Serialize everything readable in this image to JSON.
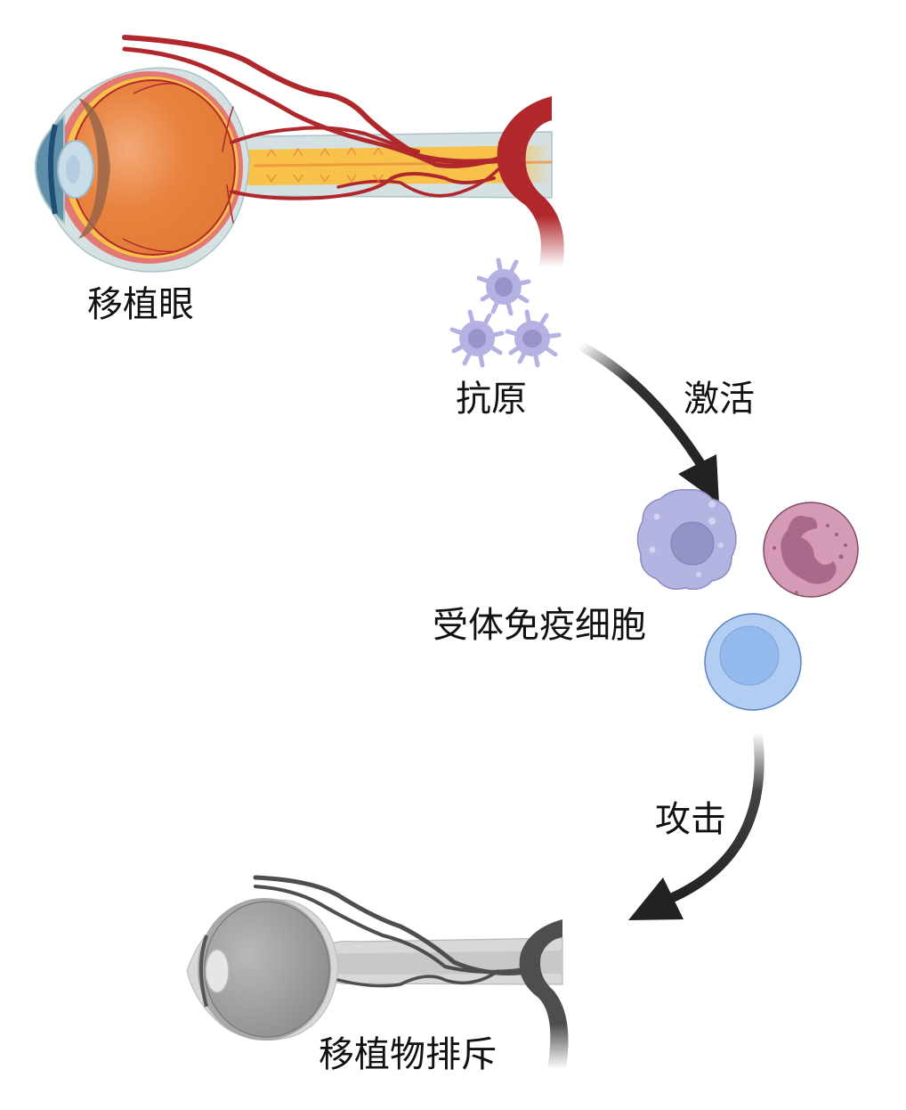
{
  "diagram": {
    "type": "flow",
    "nodes": [
      {
        "id": "donor_eye",
        "label": "移植眼",
        "icon": "eye-anatomy-color"
      },
      {
        "id": "antigen",
        "label": "抗原",
        "icon": "dendritic-cells"
      },
      {
        "id": "immune_cells",
        "label": "受体免疫细胞",
        "icon": "immune-cells"
      },
      {
        "id": "rejection",
        "label": "移植物排斥",
        "icon": "eye-anatomy-grayscale"
      }
    ],
    "edges": [
      {
        "from": "antigen",
        "to": "immune_cells",
        "label": "激活"
      },
      {
        "from": "immune_cells",
        "to": "rejection",
        "label": "攻击"
      }
    ],
    "colors": {
      "eyeball": "#E8823E",
      "vessel": "#B0282C",
      "optic_nerve": "#F8C24A",
      "antigen_cell": "#B4B2E2",
      "macrophage": "#B4B4E2",
      "neutrophil": "#D49AB6",
      "lymphocyte": "#B2CDF1",
      "arrow": "#222222"
    }
  }
}
